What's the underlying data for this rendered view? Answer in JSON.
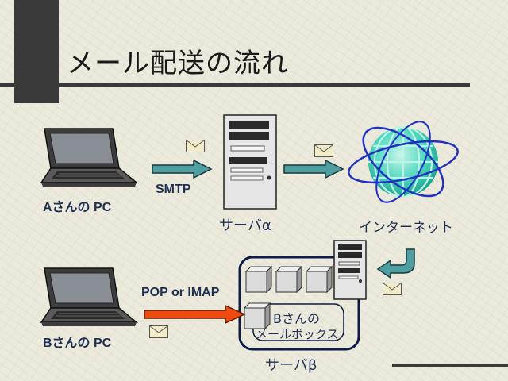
{
  "slide": {
    "title": "メール配送の流れ"
  },
  "labels": {
    "pc_a": "Aさんの PC",
    "pc_b": "Bさんの PC",
    "smtp": "SMTP",
    "pop_imap": "POP or IMAP",
    "server_alpha": "サーバα",
    "server_beta": "サーバβ",
    "internet": "インターネット",
    "mailbox_line1": "Bさんの",
    "mailbox_line2": "メールボックス"
  },
  "colors": {
    "teal_arrow": "#4f9ea2",
    "orange_arrow": "#f04a10",
    "dark_rule": "#3a3a3a",
    "text_navy": "#1f2e55"
  },
  "icons": [
    "laptop-icon",
    "server-tower-icon",
    "globe-icon",
    "envelope-icon",
    "mailbox-box-icon",
    "curved-arrow-icon"
  ]
}
